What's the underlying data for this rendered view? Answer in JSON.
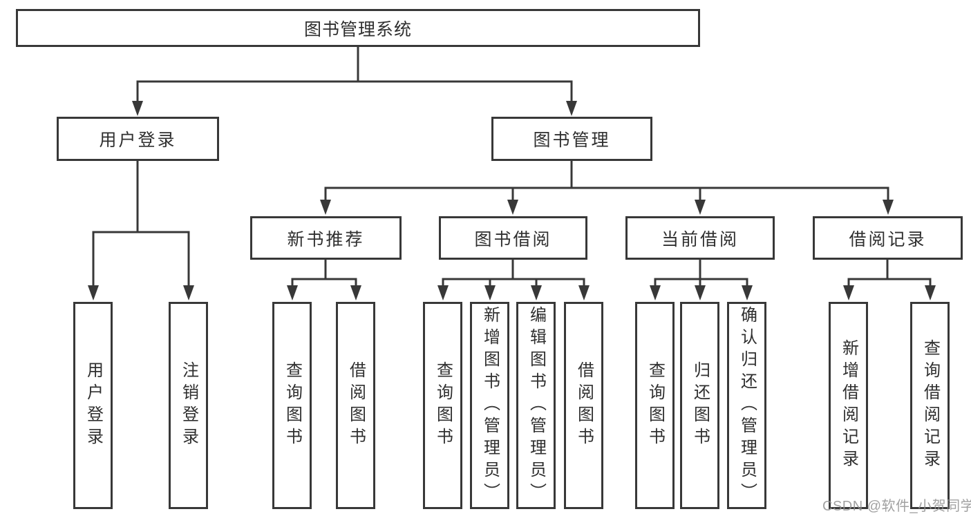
{
  "nodes": {
    "root": "图书管理系统",
    "l2": [
      "用户登录",
      "图书管理"
    ],
    "l3": [
      "新书推荐",
      "图书借阅",
      "当前借阅",
      "借阅记录"
    ],
    "leaves": [
      "用户登录",
      "注销登录",
      "查询图书",
      "借阅图书",
      "查询图书",
      "新增图书（管理员）",
      "编辑图书（管理员）",
      "借阅图书",
      "查询图书",
      "归还图书",
      "确认归还（管理员）",
      "新增借阅记录",
      "查询借阅记录"
    ]
  },
  "hierarchy": {
    "图书管理系统": {
      "用户登录": [
        "用户登录",
        "注销登录"
      ],
      "图书管理": {
        "新书推荐": [
          "查询图书",
          "借阅图书"
        ],
        "图书借阅": [
          "查询图书",
          "新增图书（管理员）",
          "编辑图书（管理员）",
          "借阅图书"
        ],
        "当前借阅": [
          "查询图书",
          "归还图书",
          "确认归还（管理员）"
        ],
        "借阅记录": [
          "新增借阅记录",
          "查询借阅记录"
        ]
      }
    }
  },
  "watermark": "CSDN @软件_小贺同学",
  "colors": {
    "line": "#383838",
    "text": "#2f2f2f",
    "watermark": "rgba(145,145,145,0.85)",
    "background": "#ffffff"
  }
}
